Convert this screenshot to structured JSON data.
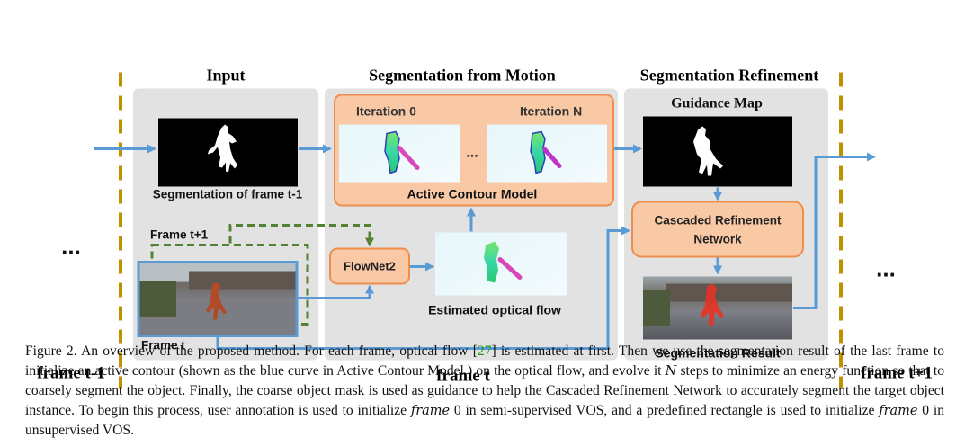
{
  "sections": {
    "input": "Input",
    "motion": "Segmentation from Motion",
    "refine": "Segmentation Refinement"
  },
  "labels": {
    "seg_prev_frame": "Segmentation of frame t-1",
    "frame_next": "Frame t+1",
    "frame_t": "Frame t",
    "flownet": "FlowNet2",
    "est_flow": "Estimated optical flow",
    "iter0": "Iteration 0",
    "iterN": "Iteration N",
    "acm": "Active Contour Model",
    "ellipsis_inner": "...",
    "guidance_map": "Guidance Map",
    "crn_line1": "Cascaded Refinement",
    "crn_line2": "Network",
    "seg_result": "Segmentation Result",
    "bottom_prev": "frame t-1",
    "bottom_cur": "frame  t",
    "bottom_next": "frame t+1",
    "ellipsis_left": "...",
    "ellipsis_right": "..."
  },
  "caption": {
    "part1": "Figure 2. An overview of the proposed method. For each frame, optical flow [",
    "ref": "27",
    "part2": "] is estimated at first. Then we use the segmentation result of the last frame to initialize an active contour (shown as the blue curve in Active Contour Model ) on the optical flow, and evolve it ",
    "N": "N",
    "part3": " steps to minimize an energy function so that to coarsely segment the object. Finally, the coarse object mask is used as guidance to help the Cascaded Refinement Network to accurately segment the target object instance. To begin this process, user annotation is used to initialize ",
    "frame0a": "frame",
    "zero_a": " 0 in semi-supervised VOS, and a predefined rectangle is used to initialize ",
    "frame0b": "frame",
    "zero_b": " 0 in unsupervised VOS."
  },
  "colors": {
    "panel": "#e2e2e2",
    "orange_fill": "#f9c9a6",
    "orange_stroke": "#ee8e4e",
    "blue": "#5b9bd5",
    "green_dash": "#548235",
    "gold_dash": "#bf9000",
    "ref_green": "#1a9a1a"
  }
}
